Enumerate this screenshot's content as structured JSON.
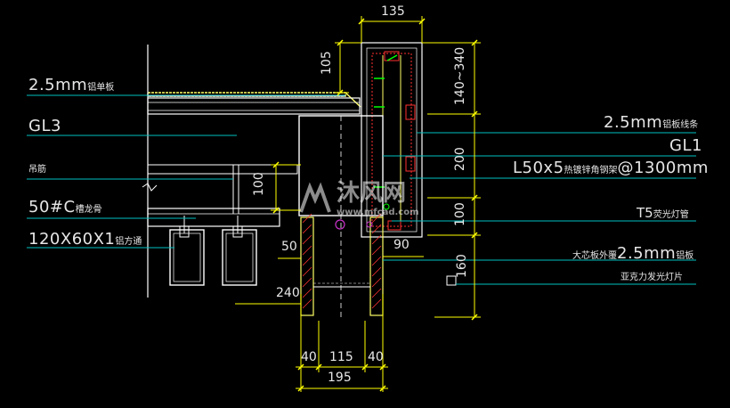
{
  "labels": {
    "left": {
      "al_plate": {
        "main": "2.5mm",
        "sub": "铝单板"
      },
      "gl3": "GL3",
      "hanger": "吊筋",
      "c_keel": {
        "main": "50#C",
        "sub": "槽龙骨"
      },
      "al_tube": {
        "main": "120X60X1",
        "sub": "铝方通"
      }
    },
    "right": {
      "al_strip": {
        "main": "2.5mm",
        "sub": "铝板线条"
      },
      "gl1": "GL1",
      "angle_steel": {
        "main": "L50x5",
        "sub": "热镀锌角钢架",
        "tail": "@1300mm"
      },
      "t5": {
        "main": "T5",
        "sub": "荧光灯管"
      },
      "core_board": {
        "pre": "大芯板外覆",
        "main": "2.5mm",
        "sub": "铝板"
      },
      "acrylic": "亚克力发光灯片"
    }
  },
  "dimensions": {
    "top_width": "135",
    "left_105": "105",
    "right_140_340": "140~340",
    "right_200": "200",
    "right_100": "100",
    "left_100": "100",
    "right_90": "90",
    "right_160": "160",
    "left_50": "50",
    "left_240": "240",
    "bottom_40_left": "40",
    "bottom_115": "115",
    "bottom_40_right": "40",
    "bottom_195": "195"
  },
  "watermark": {
    "brand": "沐风网",
    "url": "www.mfcad.com"
  },
  "colors": {
    "background": "#000000",
    "line": "#ffffff",
    "accent": "#ffff00",
    "leader": "#00c0c0",
    "hatch": "#ff3030",
    "marker": "#00ff00"
  }
}
